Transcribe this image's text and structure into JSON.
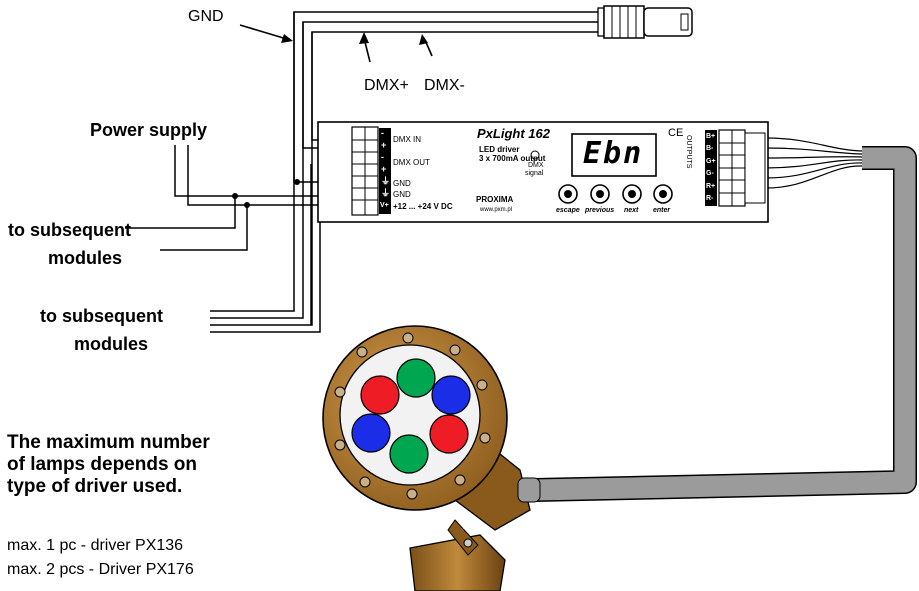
{
  "labels": {
    "gnd": "GND",
    "dmx_plus": "DMX+",
    "dmx_minus": "DMX-",
    "power_supply": "Power supply",
    "to_subsequent_modules_1_line1": "to subsequent",
    "to_subsequent_modules_1_line2": "modules",
    "to_subsequent_modules_2_line1": "to subsequent",
    "to_subsequent_modules_2_line2": "modules"
  },
  "device": {
    "model": "PxLight 162",
    "subtitle_line1": "LED driver",
    "subtitle_line2": "3 x 700mA output",
    "dmx_signal_line1": "DMX",
    "dmx_signal_line2": "signal",
    "display": "Ebn",
    "brand": "PROXIMA",
    "website": "www.pxm.pl",
    "ce_mark": "CE",
    "outputs_label": "OUTPUTS",
    "left_terminals": [
      "-",
      "+",
      "-",
      "+",
      "⏚",
      "⏚",
      "V+"
    ],
    "left_terminal_labels": [
      "DMX IN",
      "DMX OUT",
      "GND",
      "GND",
      "+12 ... +24 V DC"
    ],
    "right_terminals": [
      "B+",
      "B-",
      "G+",
      "G-",
      "R+",
      "R-"
    ],
    "buttons": [
      "escape",
      "previous",
      "next",
      "enter"
    ]
  },
  "note": {
    "text": "The maximum number\nof lamps depends on\ntype of driver used."
  },
  "max_list": [
    "max. 1 pc - driver PX136",
    "max. 2 pcs - Driver PX176"
  ],
  "colors": {
    "cable": "#9b9b9b",
    "lamp_body": "#b07a30",
    "lamp_dark": "#6e4a1a",
    "led_red": "#ee1c24",
    "led_green": "#00a650",
    "led_blue": "#1c2de8"
  }
}
